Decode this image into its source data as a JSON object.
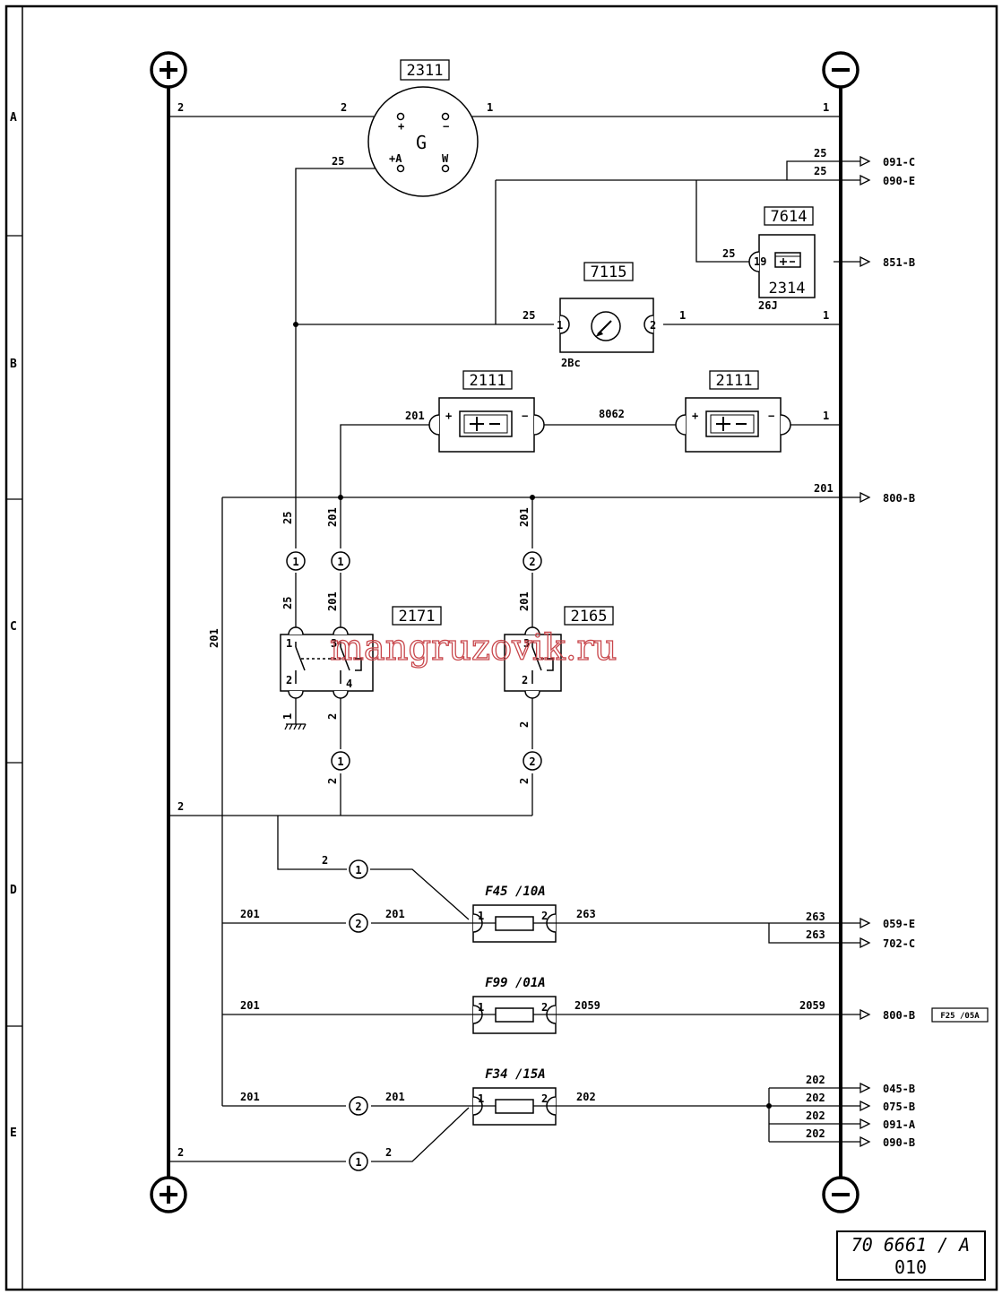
{
  "frame": {
    "row_labels": [
      "A",
      "B",
      "C",
      "D",
      "E"
    ]
  },
  "rails": {
    "positive_symbol": "+",
    "negative_symbol": "−"
  },
  "components": {
    "alternator": {
      "id": "2311",
      "symbol": "G",
      "pins": {
        "plus": "+",
        "minus": "−",
        "plus_a": "+A",
        "w": "W"
      }
    },
    "indicator_7614": {
      "id": "7614",
      "sub_id": "2314",
      "pin": "19",
      "connector": "26J"
    },
    "gauge_7115": {
      "id": "7115",
      "pin_left": "1",
      "pin_right": "2",
      "connector": "2Bc"
    },
    "battery_left": {
      "id": "2111",
      "plus": "+",
      "minus": "−"
    },
    "battery_right": {
      "id": "2111",
      "plus": "+",
      "minus": "−"
    },
    "switch_2171": {
      "id": "2171",
      "pin1": "1",
      "pin2": "2",
      "pin3": "3",
      "pin4": "4"
    },
    "switch_2165": {
      "id": "2165",
      "pin2": "2",
      "pin3": "3"
    }
  },
  "fuses": {
    "f45": {
      "label": "F45 /10A",
      "pin1": "1",
      "pin2": "2"
    },
    "f99": {
      "label": "F99 /01A",
      "pin1": "1",
      "pin2": "2"
    },
    "f34": {
      "label": "F34 /15A",
      "pin1": "1",
      "pin2": "2"
    }
  },
  "connectors": {
    "c1": "1",
    "c2": "2"
  },
  "wires": {
    "w2": "2",
    "w1": "1",
    "w25": "25",
    "w201": "201",
    "w8062": "8062",
    "w263": "263",
    "w2059": "2059",
    "w202": "202"
  },
  "references": {
    "r091c": "091-C",
    "r090e": "090-E",
    "r851b": "851-B",
    "r800b_top": "800-B",
    "r059e": "059-E",
    "r702c": "702-C",
    "r800b_mid": "800-B",
    "r800b_note": "F25 /05A",
    "r045b": "045-B",
    "r075b": "075-B",
    "r091a": "091-A",
    "r090b": "090-B"
  },
  "watermark": "mangruzovik.ru",
  "title_block": {
    "doc_number": "70 6661 / A",
    "sheet": "010"
  }
}
